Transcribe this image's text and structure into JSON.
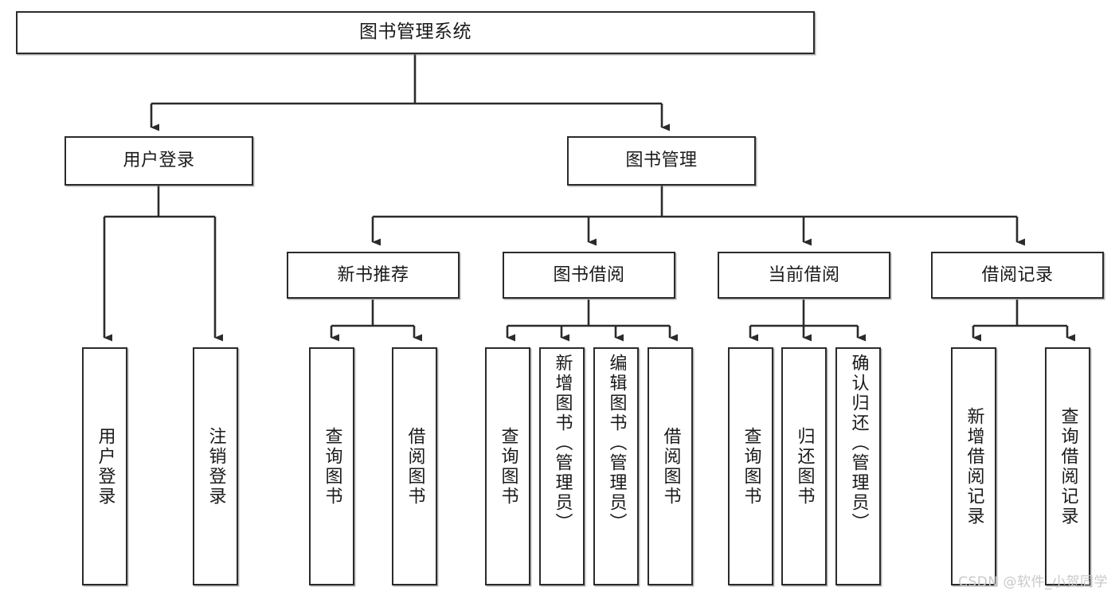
{
  "diagram": {
    "title": "图书管理系统",
    "watermark": "CSDN @软件_小贺同学",
    "edge_color": "#2b2b2b",
    "node_border_color": "#2b2b2b",
    "node_fill_color": "#ffffff",
    "background_color": "#ffffff",
    "watermark_color": "#c9c9c9",
    "type": "tree",
    "levels": 4
  },
  "nodes": {
    "root": {
      "label": "图书管理系统",
      "level": 1
    },
    "level2": [
      {
        "id": "user-login",
        "label": "用户登录",
        "level": 2
      },
      {
        "id": "book-manage",
        "label": "图书管理",
        "level": 2
      }
    ],
    "level3": [
      {
        "id": "new-book-recommend",
        "label": "新书推荐",
        "level": 3,
        "parent": "book-manage"
      },
      {
        "id": "book-borrow",
        "label": "图书借阅",
        "level": 3,
        "parent": "book-manage"
      },
      {
        "id": "current-borrow",
        "label": "当前借阅",
        "level": 3,
        "parent": "book-manage"
      },
      {
        "id": "borrow-record",
        "label": "借阅记录",
        "level": 3,
        "parent": "book-manage"
      }
    ],
    "leaves": [
      {
        "id": "leaf-user-login",
        "label": "用户登录",
        "parent": "user-login"
      },
      {
        "id": "leaf-logout-login",
        "label": "注销登录",
        "parent": "user-login"
      },
      {
        "id": "leaf-query-book-1",
        "label": "查询图书",
        "parent": "new-book-recommend"
      },
      {
        "id": "leaf-borrow-book-1",
        "label": "借阅图书",
        "parent": "new-book-recommend"
      },
      {
        "id": "leaf-query-book-2",
        "label": "查询图书",
        "parent": "book-borrow"
      },
      {
        "id": "leaf-add-book",
        "label": "新增图书（管理员）",
        "parent": "book-borrow"
      },
      {
        "id": "leaf-edit-book",
        "label": "编辑图书（管理员）",
        "parent": "book-borrow"
      },
      {
        "id": "leaf-borrow-book-2",
        "label": "借阅图书",
        "parent": "book-borrow"
      },
      {
        "id": "leaf-query-book-3",
        "label": "查询图书",
        "parent": "current-borrow"
      },
      {
        "id": "leaf-return-book",
        "label": "归还图书",
        "parent": "current-borrow"
      },
      {
        "id": "leaf-confirm-return",
        "label": "确认归还（管理员）",
        "parent": "current-borrow"
      },
      {
        "id": "leaf-add-record",
        "label": "新增借阅记录",
        "parent": "borrow-record"
      },
      {
        "id": "leaf-query-record",
        "label": "查询借阅记录",
        "parent": "borrow-record"
      }
    ]
  }
}
